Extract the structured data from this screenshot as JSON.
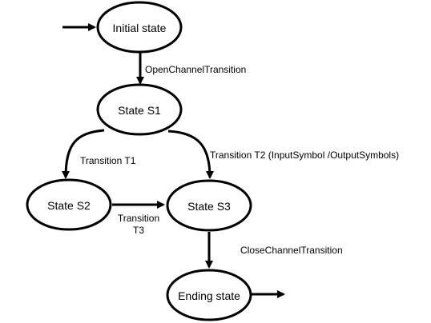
{
  "nodes": {
    "initial": "Initial state",
    "s1": "State S1",
    "s2": "State S2",
    "s3": "State S3",
    "ending": "Ending state"
  },
  "edges": {
    "open_channel": "OpenChannelTransition",
    "t1": "Transition T1",
    "t2": "Transition T2 (InputSymbol /OutputSymbols)",
    "t3_line1": "Transition",
    "t3_line2": "T3",
    "close_channel": "CloseChannelTransition"
  }
}
